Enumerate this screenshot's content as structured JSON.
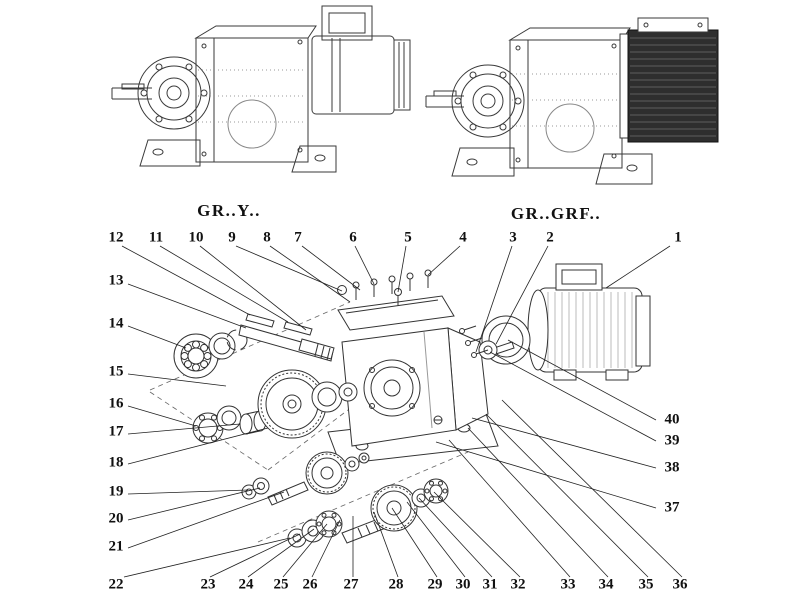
{
  "titles": {
    "left": "GR..Y..",
    "right": "GR..GRF.."
  },
  "callouts": [
    "1",
    "2",
    "3",
    "4",
    "5",
    "6",
    "7",
    "8",
    "9",
    "10",
    "11",
    "12",
    "13",
    "14",
    "15",
    "16",
    "17",
    "18",
    "19",
    "20",
    "21",
    "22",
    "23",
    "24",
    "25",
    "26",
    "27",
    "28",
    "29",
    "30",
    "31",
    "32",
    "33",
    "34",
    "35",
    "36",
    "37",
    "38",
    "39",
    "40"
  ],
  "colors": {
    "ink": "#1a1a1a",
    "line": "#3a3a3a",
    "motor_dark": "#2e2e2e"
  }
}
